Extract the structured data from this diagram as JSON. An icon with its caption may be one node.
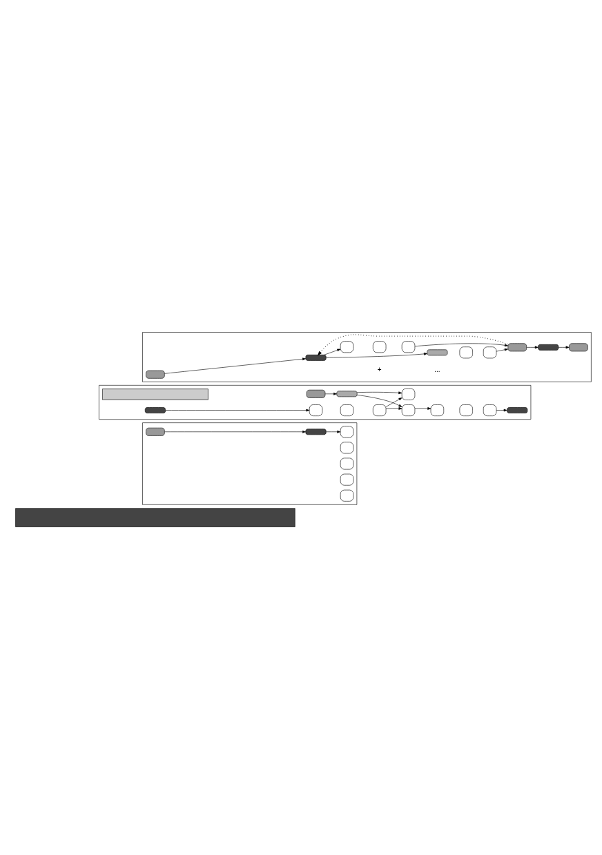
{
  "diagram": {
    "nodes": [
      {
        "text": [],
        "shape": "band"
      },
      {
        "text": [],
        "shape": "box"
      },
      {
        "text": [],
        "shape": "phone",
        "in": 1
      },
      {
        "text": [],
        "shape": "button",
        "in": 1
      },
      {
        "text": [],
        "shape": "key",
        "in": 1
      },
      {
        "text": [],
        "shape": "key",
        "in": 1
      },
      {
        "text": [],
        "shape": "key",
        "in": 1
      },
      {
        "text": [],
        "shape": "key",
        "in": 1
      },
      {
        "text": [],
        "shape": "key",
        "in": 1
      },
      {
        "text": [],
        "shape": "box"
      },
      {
        "text": [],
        "shape": "phone",
        "in": 9
      },
      {
        "text": [],
        "shape": "button",
        "in": 9
      },
      {
        "text": [],
        "shape": "key",
        "in": 9
      },
      {
        "text": [],
        "shape": "key",
        "in": 9
      },
      {
        "text": [],
        "shape": "key",
        "in": 9
      },
      {
        "text": [],
        "shape": "bar",
        "in": 9
      },
      {
        "text": [],
        "shape": "key",
        "in": 9
      },
      {
        "text": [],
        "shape": "key",
        "in": 9
      },
      {
        "text": [],
        "shape": "phone",
        "in": 9
      },
      {
        "text": [],
        "shape": "button",
        "in": 9
      },
      {
        "text": [],
        "shape": "phone",
        "in": 9
      },
      {
        "text": [],
        "shape": "box"
      },
      {
        "text": [],
        "shape": "tab",
        "in": 21
      },
      {
        "text": [],
        "shape": "button",
        "in": 21
      },
      {
        "text": [],
        "shape": "key",
        "in": 21
      },
      {
        "text": [],
        "shape": "key",
        "in": 21
      },
      {
        "text": [],
        "shape": "key",
        "in": 21
      },
      {
        "text": [],
        "shape": "key",
        "in": 21
      },
      {
        "text": [],
        "shape": "key",
        "in": 21
      },
      {
        "text": [],
        "shape": "key",
        "in": 21
      },
      {
        "text": [],
        "shape": "key",
        "in": 21
      },
      {
        "text": [],
        "shape": "button",
        "in": 21
      },
      {
        "text": [],
        "shape": "phone",
        "in": 21
      },
      {
        "text": [],
        "shape": "bar",
        "in": 21
      },
      {
        "text": [],
        "shape": "key",
        "in": 21
      }
    ],
    "edges": [
      {
        "from": 2,
        "to": 3,
        "arrow": "to"
      },
      {
        "from": 3,
        "to": 4,
        "arrow": "to"
      },
      {
        "from": 10,
        "to": 11,
        "arrow": "to"
      },
      {
        "from": 11,
        "to": 12,
        "arrow": "to"
      },
      {
        "from": 11,
        "to": 15,
        "arrow": "to"
      },
      {
        "from": 14,
        "to": 18,
        "arrow": "to"
      },
      {
        "from": 17,
        "to": 18,
        "arrow": "to"
      },
      {
        "from": 18,
        "to": 11,
        "arrow": "to",
        "style": "dashed"
      },
      {
        "from": 18,
        "to": 19,
        "arrow": "to"
      },
      {
        "from": 19,
        "to": 20,
        "arrow": "to"
      },
      {
        "from": 23,
        "to": 24,
        "arrow": "to"
      },
      {
        "from": 26,
        "to": 27,
        "arrow": "to"
      },
      {
        "from": 26,
        "to": 34,
        "arrow": "to"
      },
      {
        "from": 33,
        "to": 27,
        "arrow": "to"
      },
      {
        "from": 33,
        "to": 34,
        "arrow": "to"
      },
      {
        "from": 27,
        "to": 28,
        "arrow": "to"
      },
      {
        "from": 30,
        "to": 31,
        "arrow": "to"
      },
      {
        "from": 32,
        "to": 33,
        "arrow": "to"
      }
    ],
    "labels": [
      "+",
      "..."
    ]
  }
}
